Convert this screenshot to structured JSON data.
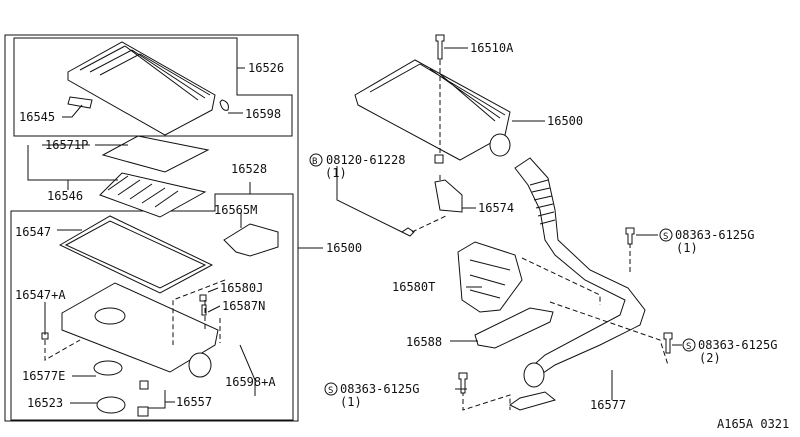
{
  "diagram": {
    "code": "A165A 0321",
    "box_labels": {
      "lid": "16526",
      "label_sticker": "16545",
      "clip_top": "16598",
      "seal": "16571P",
      "filter_element": "16546",
      "body_assy": "16528",
      "resonator": "16565M",
      "gasket": "16547",
      "assy_left": "16500",
      "grommet_j": "16580J",
      "grommet_a": "16547+A",
      "pin": "16587N",
      "clamp": "16577E",
      "clip_lower": "16598+A",
      "seal_ring": "16523",
      "mount": "16557"
    },
    "right_labels": {
      "bolt_top": "16510A",
      "assy_right": "16500",
      "bolt_b": "08120-61228",
      "bolt_b_qty": "(1)",
      "bolt_b_symbol": "B",
      "bracket": "16574",
      "screw1": "08363-6125G",
      "screw1_qty": "(1)",
      "screw2": "08363-6125G",
      "screw2_qty": "(2)",
      "screw3": "08363-6125G",
      "screw3_qty": "(1)",
      "screw_symbol": "S",
      "resonator_t": "16580T",
      "bracket_lower": "16588",
      "duct": "16577"
    }
  }
}
